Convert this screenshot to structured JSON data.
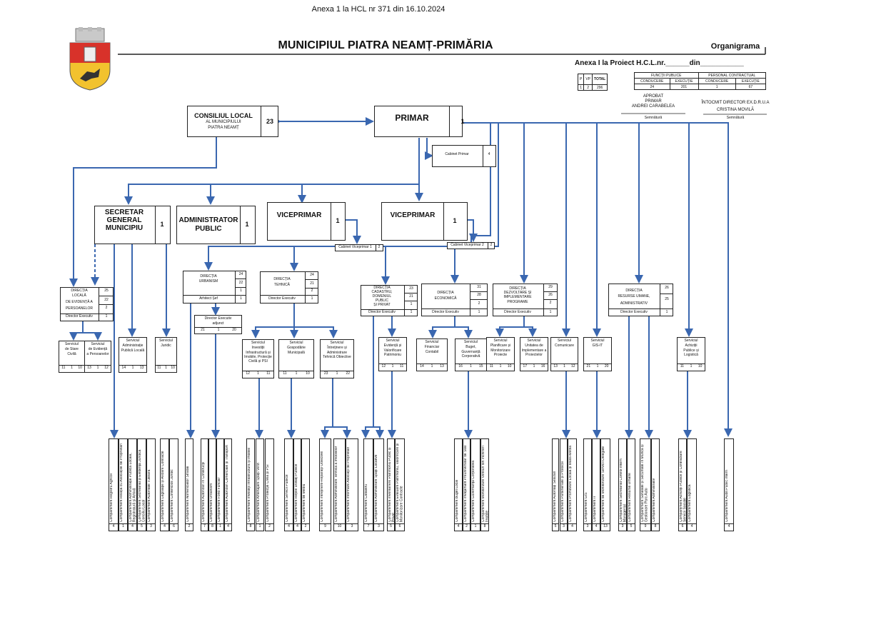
{
  "header": {
    "top_title": "Anexa 1 la HCL nr 371 din 16.10.2024",
    "main_title": "MUNICIPIUL PIATRA NEAMȚ-PRIMĂRIA",
    "organigrama": "Organigrama",
    "anexa_proiect": "Anexa I la Proiect H.C.L.nr.______din___________"
  },
  "summary": {
    "p_head": "P",
    "vp_head": "VP",
    "total_head": "TOTAL",
    "p": "1",
    "vp": "2",
    "total": "296",
    "functii_publice": "FUNCȚII PUBLICE",
    "personal_contractual": "PERSONAL CONTRACTUAL",
    "conducere": "CONDUCERE",
    "executie": "EXECUȚIE",
    "fp_conducere": "24",
    "fp_executie": "201",
    "pc_conducere": "1",
    "pc_executie": "67"
  },
  "signatures": {
    "aprobat": "APROBAT",
    "primar": "PRIMAR",
    "primar_name": "ANDREI CARABELEA",
    "semnatura1": "Semnătură",
    "intocmit": "ÎNTOCMIT DIRECTOR EX.D.R.U.A",
    "director_name": "CRISTINA MOVILĂ",
    "semnatura2": "Semnătură"
  },
  "top": {
    "consiliu_l1": "CONSILIUL LOCAL",
    "consiliu_l2": "AL MUNICIPIULUI",
    "consiliu_l3": "PIATRA NEAMȚ",
    "consiliu_n": "23",
    "primar": "PRIMAR",
    "primar_n": "1",
    "cabinet_primar": "Cabinet Primar",
    "cabinet_primar_n": "4"
  },
  "level2": {
    "secretar_l1": "SECRETAR",
    "secretar_l2": "GENERAL",
    "secretar_l3": "MUNICIPIU",
    "secretar_n": "1",
    "admin_l1": "ADMINISTRATOR",
    "admin_l2": "PUBLIC",
    "admin_n": "1",
    "viceprimar": "VICEPRIMAR",
    "vice1_n": "1",
    "vice2_n": "1",
    "cab_vice1": "Cabinet Viceprimar 1",
    "cab_vice1_n": "2",
    "cab_vice2": "Cabinet Viceprimar 2",
    "cab_vice2_n": "2"
  },
  "directions": {
    "dlep_l1": "DIRECȚIA",
    "dlep_l2": "LOCALĂ",
    "dlep_l3": "DE EVIDENȚĂ A",
    "dlep_l4": "PERSOANELOR",
    "dlep_n1": "25",
    "dlep_n2": "22",
    "dlep_n3": "2",
    "dlep_dir": "Director Executiv",
    "dlep_dir_n": "1",
    "urb_l1": "DIRECȚIA",
    "urb_l2": "URBANISM",
    "urb_n1": "24",
    "urb_n2": "22",
    "urb_n3": "1",
    "urb_arh": "Arhitect Șef",
    "urb_arh_n": "1",
    "urb_adj_l1": "Director Executiv",
    "urb_adj_l2": "adjunct",
    "urb_adj_a": "21",
    "urb_adj_b": "1",
    "urb_adj_c": "20",
    "teh_l1": "DIRECȚIA",
    "teh_l2": "TEHNICĂ",
    "teh_n1": "24",
    "teh_n2": "21",
    "teh_n3": "2",
    "teh_dir": "Director Executiv",
    "teh_dir_n": "1",
    "cad_l1": "DIRECȚIA",
    "cad_l2": "CADASTRU,",
    "cad_l3": "DOMENIUL",
    "cad_l4": "PUBLIC",
    "cad_l5": "ȘI PRIVAT",
    "cad_n1": "23",
    "cad_n2": "21",
    "cad_n3": "1",
    "cad_dir": "Director Executiv",
    "cad_dir_n": "1",
    "eco_l1": "DIRECȚIA",
    "eco_l2": "ECONOMICĂ",
    "eco_n1": "31",
    "eco_n2": "28",
    "eco_n3": "2",
    "eco_dir": "Director Executiv",
    "eco_dir_n": "1",
    "dez_l1": "DIRECȚIA",
    "dez_l2": "DEZVOLTARE ȘI",
    "dez_l3": "IMPLEMENTARE",
    "dez_l4": "PROGRAME",
    "dez_n1": "29",
    "dez_n2": "26",
    "dez_n3": "2",
    "dez_dir": "Director Executiv",
    "dez_dir_n": "1",
    "rua_l1": "DIRECȚIA",
    "rua_l2": "RESURSE UMANE,",
    "rua_l3": "ADMINISTRATIV",
    "rua_n1": "26",
    "rua_n2": "25",
    "rua_dir": "Director Executiv",
    "rua_dir_n": "1"
  },
  "services": [
    {
      "l1": "Serviciul",
      "l2": "de Stare",
      "l3": "Civilă",
      "a": "11",
      "b": "1",
      "c": "10"
    },
    {
      "l1": "Serviciul",
      "l2": "de Evidență",
      "l3": "a Persoanelor",
      "a": "13",
      "b": "1",
      "c": "12"
    },
    {
      "l1": "Serviciul",
      "l2": "Administrație",
      "l3": "Publică Locală",
      "a": "14",
      "b": "1",
      "c": "13"
    },
    {
      "l1": "Serviciul",
      "l2": "Juridic",
      "l3": "",
      "a": "11",
      "b": "1",
      "c": "10"
    },
    {
      "l1": "Serviciul",
      "l2": "Investiții",
      "l3": "Infrastructură și Imobile, Protecție Civilă și PSI",
      "a": "12",
      "b": "1",
      "c": "11"
    },
    {
      "l1": "Serviciul",
      "l2": "Gospodărie",
      "l3": "Municipală",
      "a": "11",
      "b": "1",
      "c": "10"
    },
    {
      "l1": "Serviciul",
      "l2": "Întreținere și",
      "l3": "Administrare Tehnică Obiective",
      "a": "23",
      "b": "1",
      "c": "22"
    },
    {
      "l1": "Serviciul",
      "l2": "Evidență și",
      "l3": "Valorificare Patrimoniu",
      "a": "12",
      "b": "1",
      "c": "11"
    },
    {
      "l1": "Serviciul",
      "l2": "Financiar",
      "l3": "Contabil",
      "a": "14",
      "b": "1",
      "c": "13"
    },
    {
      "l1": "Serviciul",
      "l2": "Buget,",
      "l3": "Guvernanță Corporativă",
      "a": "16",
      "b": "1",
      "c": "15"
    },
    {
      "l1": "Serviciul",
      "l2": "Planificare și",
      "l3": "Monitorizare Proiecte",
      "a": "11",
      "b": "1",
      "c": "10"
    },
    {
      "l1": "Serviciul",
      "l2": "Unitatea de",
      "l3": "Implementare a Proiectelor",
      "a": "17",
      "b": "1",
      "c": "16"
    },
    {
      "l1": "Serviciul",
      "l2": "Comunicare",
      "l3": "",
      "a": "13",
      "b": "1",
      "c": "12"
    },
    {
      "l1": "Serviciul",
      "l2": "GIS-IT",
      "l3": "",
      "a": "21",
      "b": "1",
      "c": "20"
    },
    {
      "l1": "Serviciul",
      "l2": "Achiziții",
      "l3": "Publice și Logistică",
      "a": "11",
      "b": "1",
      "c": "10"
    }
  ],
  "compartments": [
    {
      "label": "Compartiment Registru Agricol",
      "n": "4"
    },
    {
      "label": "Compartiment Relația cu Asociațiile de Proprietari",
      "n": "1"
    },
    {
      "label": "Compartiment Administrație Publică Locală, Registratură și Arhivă",
      "n": "4"
    },
    {
      "label": "Compartiment Secretariat și Evidență Juridică Consiliu Local",
      "n": "5"
    },
    {
      "label": "Compartiment Autoritate Tutelară",
      "n": "3"
    },
    {
      "label": "Compartiment Legislație și Avizare Contracte",
      "n": "4"
    },
    {
      "label": "Compartiment Contencios Juridic",
      "n": "6"
    },
    {
      "label": "Compartiment Nomenclator Stradal",
      "n": "2"
    },
    {
      "label": "Compartiment Autorizări în Construcții",
      "n": "7"
    },
    {
      "label": "Compartiment Urbanism",
      "n": "8"
    },
    {
      "label": "Compartiment Fond Funciar",
      "n": "1"
    },
    {
      "label": "Compartiment Autorizări Comerciale și Transport",
      "n": "4"
    },
    {
      "label": "Compartiment Investiții Infrastructură și Imobile",
      "n": "8"
    },
    {
      "label": "Compartiment Amenajare Spații Verzi",
      "n": "1"
    },
    {
      "label": "Compartiment Protecție Civilă și PSI",
      "n": "2"
    },
    {
      "label": "Compartiment Servicii Publice",
      "n": "4"
    },
    {
      "label": "Compartiment Rețele Utilități Publice",
      "n": "4"
    },
    {
      "label": "Compartiment de Mediu",
      "n": "2"
    },
    {
      "label": "Compartiment Întreținere-Reparații Obiective",
      "n": "9"
    },
    {
      "label": "Compartiment Administrare Tehnică a Imobilelor",
      "n": "10"
    },
    {
      "label": "Compartiment Informare Asociații de Proprietari",
      "n": "3"
    },
    {
      "label": "Compartiment Cadastru",
      "n": "7"
    },
    {
      "label": "Compartiment Administrare Spații Locative",
      "n": "3"
    },
    {
      "label": "Compartiment Inventariere Patrimoniu Public și Privat",
      "n": "5"
    },
    {
      "label": "Compartiment Evaluare Patrimoniu, Valorificare și Monitorizare Contracte",
      "n": "6"
    },
    {
      "label": "Compartiment Buget Local",
      "n": "4"
    },
    {
      "label": "Compartiment Învățământ Preuniversitar de Stat",
      "n": "2"
    },
    {
      "label": "Compartiment Guvernanță Corporativă",
      "n": "1"
    },
    {
      "label": "Compartiment Monitorizare Venituri din Închirieri Imobile",
      "n": "8"
    },
    {
      "label": "Compartiment Autorități Sesizări",
      "n": "5"
    },
    {
      "label": "Compartiment Parteneriate și Protocol",
      "n": "3"
    },
    {
      "label": "Compartiment Promovare Locală și Mass-Media",
      "n": "4"
    },
    {
      "label": "Compartiment GIS",
      "n": "3"
    },
    {
      "label": "Compartiment IT",
      "n": "4"
    },
    {
      "label": "Compartiment de Monitorizare Servicii Delegate",
      "n": "13"
    },
    {
      "label": "Compartiment Secretariat Control Intern Managerial",
      "n": "3"
    },
    {
      "label": "Compartiment Resurse Umane",
      "n": "5"
    },
    {
      "label": "Compartiment Sănătate și Securitate în Muncă și Gestionare Parc Auto",
      "n": "9"
    },
    {
      "label": "Compartiment Administrativ",
      "n": "8"
    },
    {
      "label": "Compartiment Achiziții Publice și Contractare Servicii Sociale",
      "n": "6"
    },
    {
      "label": "Compartiment Logistică",
      "n": "4"
    },
    {
      "label": "Compartiment Audit Public Intern",
      "n": "4"
    }
  ],
  "colors": {
    "line": "#3a67b0",
    "border": "#222222"
  }
}
